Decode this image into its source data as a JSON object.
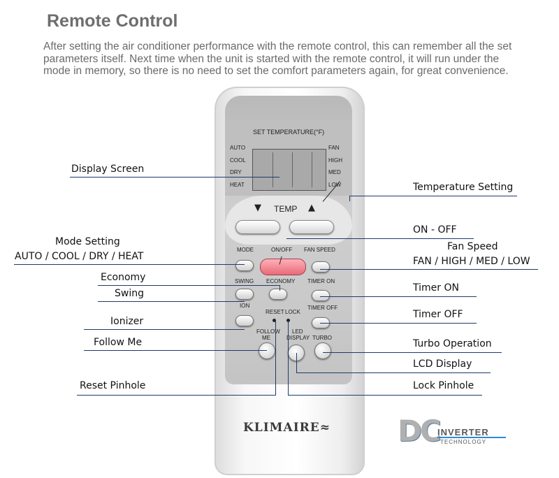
{
  "title": "Remote Control",
  "intro": "After setting the air conditioner performance with the remote control, this can remember all the set parameters itself. Next time when the unit is started with the remote control, it will run under the mode in memory, so there is no need to set the comfort parameters again, for great convenience.",
  "callouts": {
    "display_screen": "Display Screen",
    "temperature_setting": "Temperature Setting",
    "mode_setting": "Mode Setting",
    "mode_options": "AUTO / COOL / DRY / HEAT",
    "on_off": "ON - OFF",
    "fan_speed": "Fan Speed",
    "fan_options": "FAN / HIGH / MED / LOW",
    "economy": "Economy",
    "swing": "Swing",
    "timer_on": "Timer ON",
    "timer_off": "Timer OFF",
    "ionizer": "Ionizer",
    "follow_me": "Follow Me",
    "turbo_operation": "Turbo Operation",
    "lcd_display": "LCD Display",
    "reset_pinhole": "Reset Pinhole",
    "lock_pinhole": "Lock Pinhole"
  },
  "remote": {
    "set_temperature": "SET TEMPERATURE(°F)",
    "modes": [
      "AUTO",
      "COOL",
      "DRY",
      "HEAT"
    ],
    "fan_levels": [
      "FAN",
      "HIGH",
      "MED",
      "LOW"
    ],
    "temp_label": "TEMP",
    "temp_down": "▼",
    "temp_up": "▲",
    "mode": "MODE",
    "on_off": "ON/OFF",
    "fan_speed": "FAN SPEED",
    "swing": "SWING",
    "economy": "ECONOMY",
    "timer_on": "TIMER ON",
    "ion": "ION",
    "reset": "RESET",
    "lock": "LOCK",
    "timer_off": "TIMER OFF",
    "follow": "FOLLOW",
    "me": "ME",
    "led": "LED",
    "display": "DISPLAY",
    "turbo": "TURBO",
    "brand": "KLIMAIRE≈"
  },
  "logo": {
    "dc": "DC",
    "inverter": "INVERTER",
    "technology": "TECHNOLOGY"
  }
}
